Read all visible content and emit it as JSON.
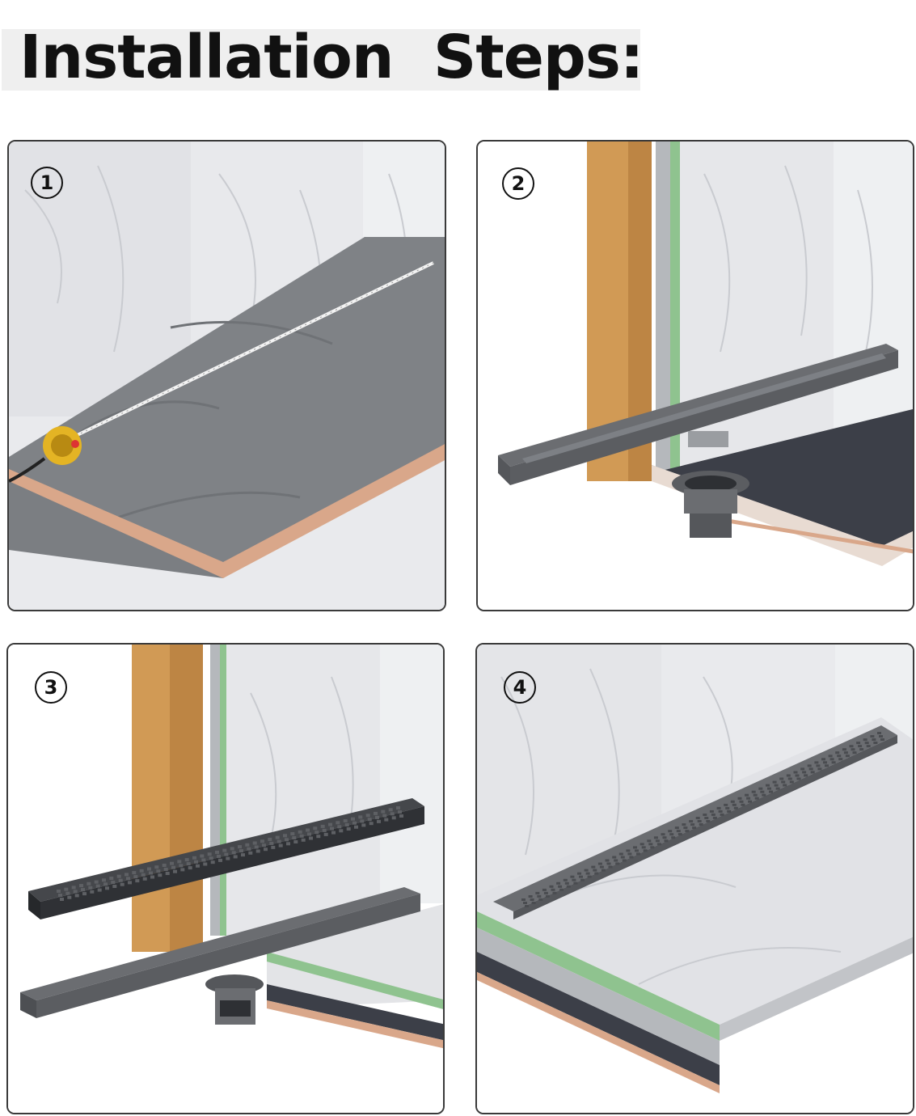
{
  "header": {
    "title": "Installation  Steps:"
  },
  "steps": [
    {
      "number": "1",
      "illustration": "tape-measure-on-floor"
    },
    {
      "number": "2",
      "illustration": "drain-channel-with-outlet"
    },
    {
      "number": "3",
      "illustration": "grate-cover-over-channel"
    },
    {
      "number": "4",
      "illustration": "finished-tiled-linear-drain"
    }
  ],
  "colors": {
    "marble": "#e6e7ea",
    "concrete": "#7d8084",
    "wood": "#d19a55",
    "drain": "#5b5d61",
    "membrane": "#3c3f48",
    "green_seal": "#8fc38f",
    "copper_edge": "#d9a78a",
    "tape_yellow": "#e4b424"
  }
}
